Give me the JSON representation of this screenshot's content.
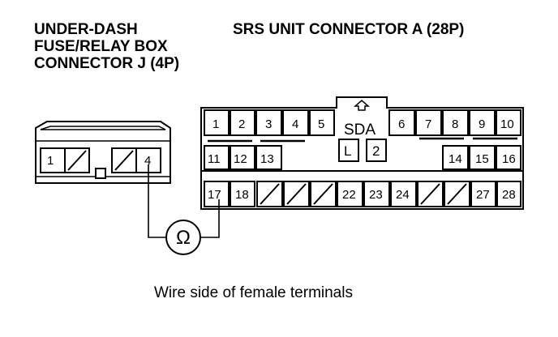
{
  "labels": {
    "left_title": [
      "UNDER-DASH",
      "FUSE/RELAY BOX",
      "CONNECTOR J (4P)"
    ],
    "right_title": "SRS UNIT CONNECTOR A (28P)",
    "caption": "Wire side of female terminals",
    "sda": "SDA",
    "sda_l": "L",
    "sda_2": "2",
    "ohmmeter": "Ω"
  },
  "connector_j": {
    "terminals": [
      "1",
      "",
      "",
      "4"
    ]
  },
  "connector_a": {
    "row1": [
      "1",
      "2",
      "3",
      "4",
      "5",
      "6",
      "7",
      "8",
      "9",
      "10"
    ],
    "row2": [
      "11",
      "12",
      "13",
      "14",
      "15",
      "16"
    ],
    "row3": [
      "17",
      "18",
      "",
      "",
      "",
      "22",
      "23",
      "24",
      "",
      "",
      "27",
      "28"
    ]
  },
  "icons": {
    "arrow": "up-arrow-icon",
    "meter": "ohmmeter-icon"
  }
}
